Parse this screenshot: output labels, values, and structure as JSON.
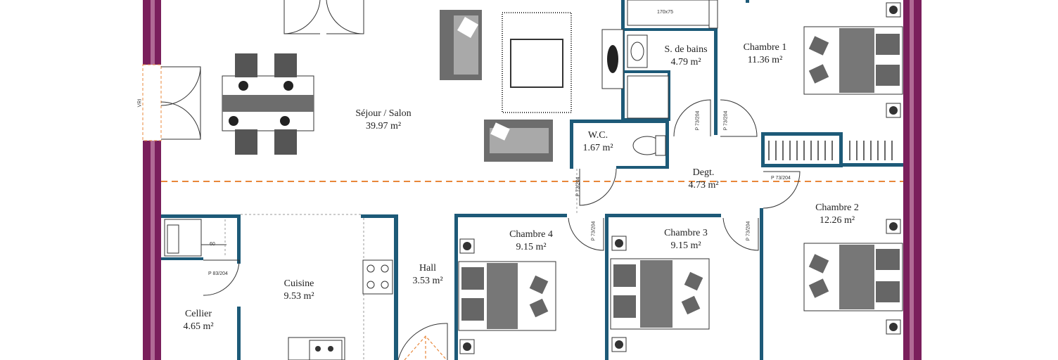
{
  "rooms": {
    "sejour": {
      "name": "Séjour / Salon",
      "area": "39.97 m²"
    },
    "bains": {
      "name": "S. de bains",
      "area": "4.79 m²"
    },
    "chambre1": {
      "name": "Chambre 1",
      "area": "11.36 m²"
    },
    "wc": {
      "name": "W.C.",
      "area": "1.67 m²"
    },
    "degt": {
      "name": "Degt.",
      "area": "4.73 m²"
    },
    "chambre2": {
      "name": "Chambre 2",
      "area": "12.26 m²"
    },
    "chambre4": {
      "name": "Chambre 4",
      "area": "9.15 m²"
    },
    "chambre3": {
      "name": "Chambre 3",
      "area": "9.15 m²"
    },
    "hall": {
      "name": "Hall",
      "area": "3.53 m²"
    },
    "cuisine": {
      "name": "Cuisine",
      "area": "9.53 m²"
    },
    "cellier": {
      "name": "Cellier",
      "area": "4.65 m²"
    }
  },
  "labels": {
    "bathtub_size": "170x75",
    "vri": "VRI",
    "door_p73": "P 73/204",
    "door_p83": "P 83/204",
    "appliance_60": "60"
  },
  "colors": {
    "outer_wall": "#7a1f5c",
    "inner_wall": "#1d5a78",
    "dashed_line": "#e8873a",
    "furniture": "#6d6d6d"
  }
}
